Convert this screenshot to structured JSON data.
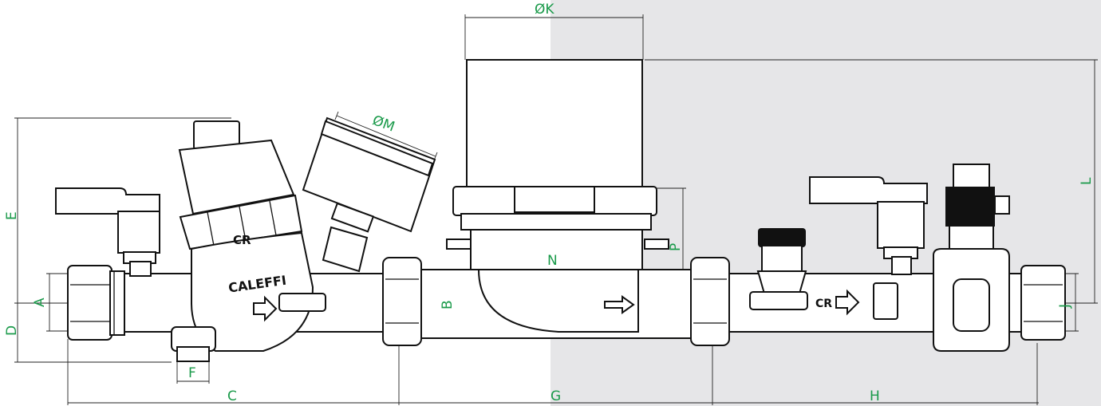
{
  "dimensions": {
    "A": "A",
    "B": "B",
    "C": "C",
    "D": "D",
    "E": "E",
    "F": "F",
    "G": "G",
    "H": "H",
    "J": "J",
    "K": "ØK",
    "L": "L",
    "M": "ØM",
    "N": "N",
    "P": "P"
  },
  "markings": {
    "brand": "CALEFFI",
    "logo": "CR"
  },
  "colors": {
    "dimension_text": "#1a9a4a",
    "line": "#111111",
    "shade": "#e6e6e8"
  }
}
